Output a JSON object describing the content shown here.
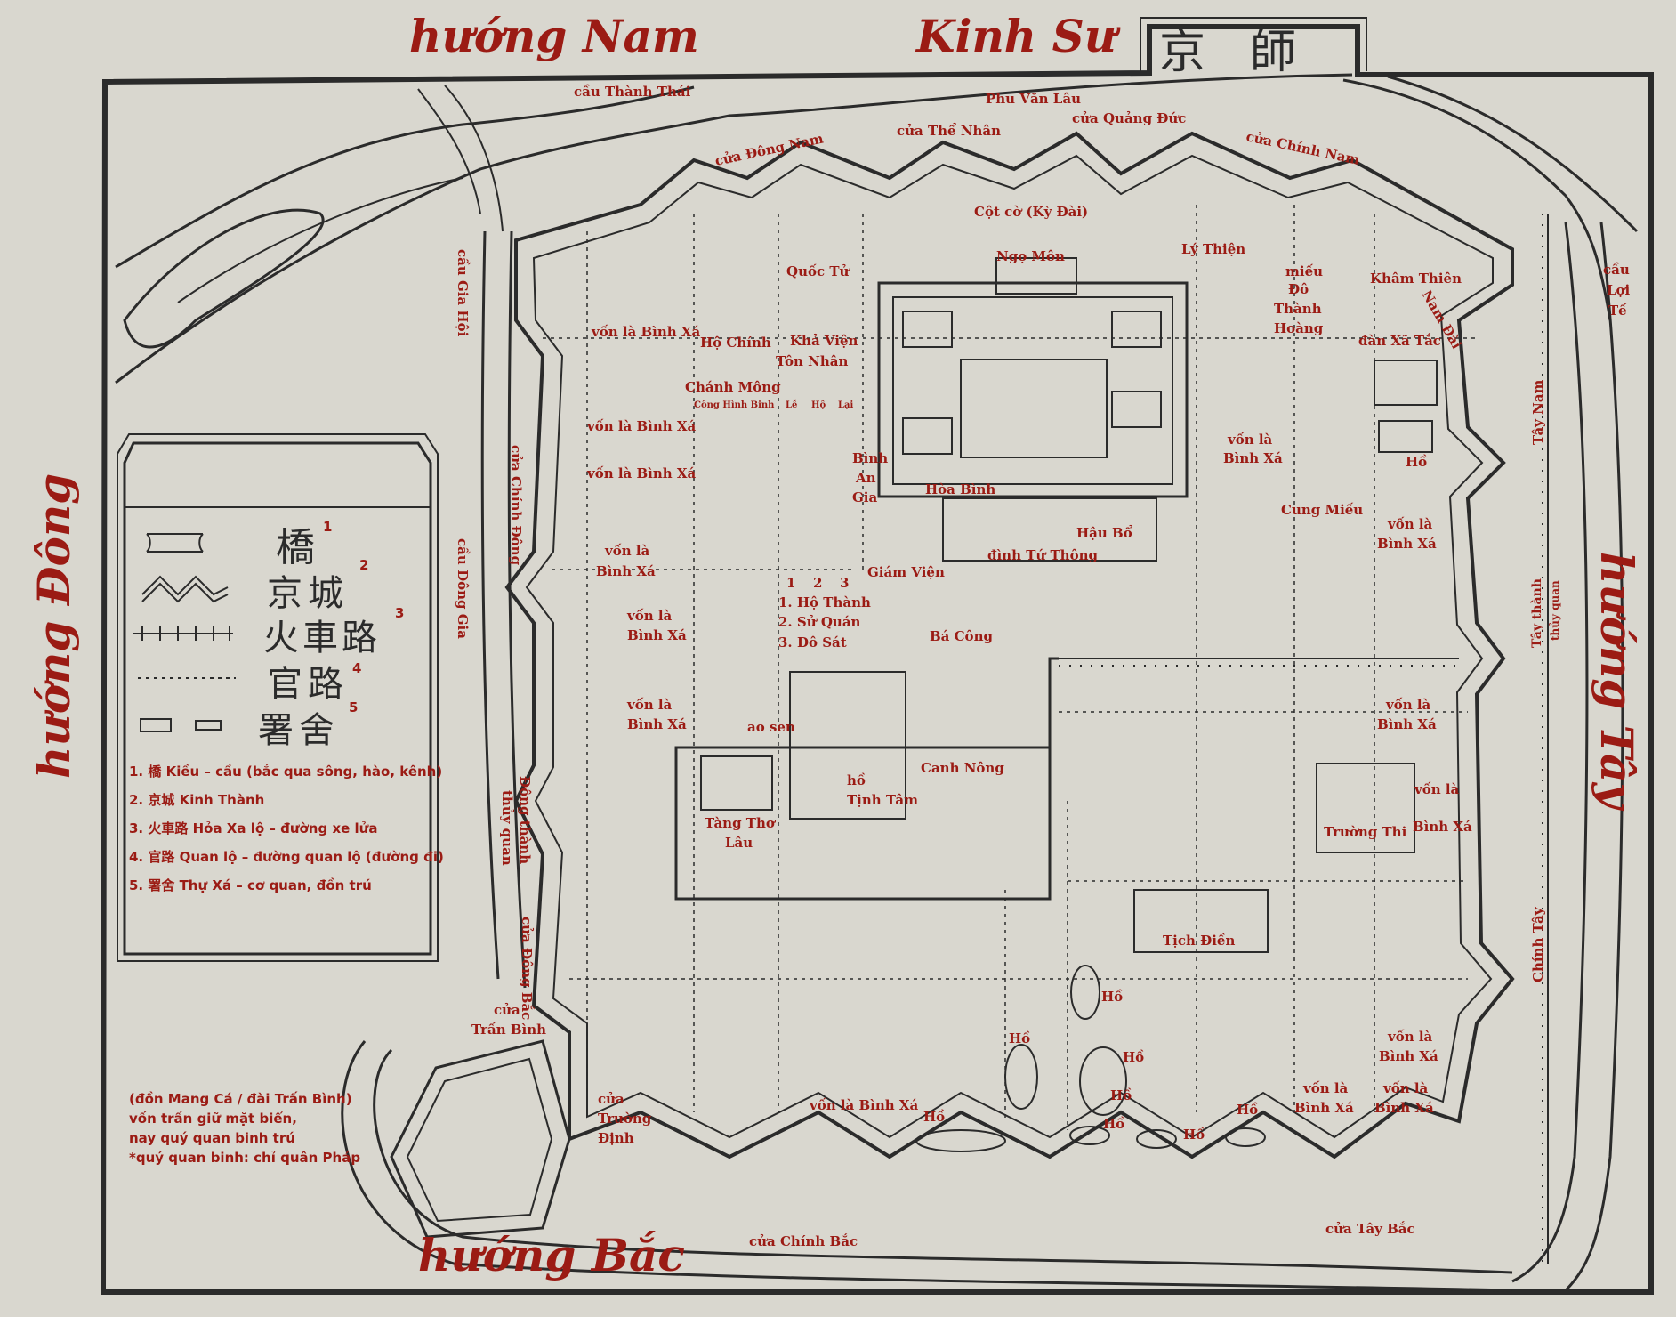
{
  "compass": {
    "top_left": "hướng Nam",
    "top_center": "Kinh Sư",
    "left": "hướng Đông",
    "right": "hướng Tây",
    "bottom": "hướng Bắc"
  },
  "cartouche": {
    "title_cjk": "京師"
  },
  "places": {
    "cau_thanh_thai": "cầu Thành Thái",
    "phu_van_lau": "Phu Văn Lâu",
    "cua_the_nhan": "cửa Thể Nhân",
    "cua_quang_duc": "cửa Quảng Đức",
    "cua_dong_nam": "cửa Đông Nam",
    "cua_chinh_nam": "cửa Chính Nam",
    "cot_co": "Cột cờ (Kỳ Đài)",
    "ngo_mon": "Ngọ Môn",
    "ly_thien": "Lý Thiện",
    "quoc_tu": "Quốc Tử",
    "mieu_do_thanh_hoang": [
      "miếu",
      "Đô",
      "Thành",
      "Hoàng"
    ],
    "kham_thien": "Khâm Thiên",
    "nam_dai": "Nam Đài",
    "cau_loi_te": [
      "cầu",
      "Lợi",
      "Tế"
    ],
    "dan_xa_tac": "đàn Xã Tắc",
    "cau_gia_hoi": "cầu Gia Hội",
    "von_la_binh_xa": "vốn là Bình Xá",
    "ho_chinh": "Hộ Chính",
    "kha_vien": "Khả Viện",
    "ton_nhan": "Tôn Nhân",
    "chanh_mong": "Chánh Mông",
    "cong_hinh_binh": "Công Hình Binh",
    "le_ho_lai": [
      "Lễ",
      "Hộ",
      "Lại"
    ],
    "binh_an_gia": [
      "Bình",
      "An",
      "Gia"
    ],
    "hoa_binh": "Hòa Bình",
    "hau_bo": "Hậu Bổ",
    "dinh_tu_thong": "đình Tứ Thông",
    "giam_vien": "Giám Viện",
    "cua_chinh_dong": "cửa Chính Đông",
    "cau_dong_gia": "cầu Đông Gia",
    "von_la": "vốn là",
    "binh_xa": "Bình Xá",
    "numbers": [
      "1",
      "2",
      "3"
    ],
    "ho_thanh": "1. Hộ Thành",
    "su_quan": "2. Sử Quán",
    "do_sat": "3. Đô Sát",
    "ba_cong": "Bá Công",
    "ao_sen": "ao sen",
    "canh_nong": "Canh Nông",
    "ho": "hồ",
    "tinh_tam": "Tịnh Tâm",
    "tang_tho_lau": [
      "Tàng Thơ",
      "Lâu"
    ],
    "dong_thanh_thuy_quan": [
      "Đông thành",
      "thủy quan"
    ],
    "cung_mieu": "Cung Miếu",
    "ho_cap": "Hồ",
    "tay_nam": "Tây Nam",
    "tay_thanh_thuy_quan": [
      "Tây thành",
      "thủy quan"
    ],
    "truong_thi": "Trường Thi",
    "tich_dien": "Tịch Điền",
    "chinh_tay": "Chính Tây",
    "cua_dong_bac": "cửa Đông Bắc",
    "cua_tran_binh": [
      "cửa",
      "Trấn Bình"
    ],
    "cua_truong_dinh": [
      "cửa",
      "Trường",
      "Định"
    ],
    "cua_chinh_bac": "cửa Chính Bắc",
    "cua_tay_bac": "cửa Tây Bắc",
    "mang_ca_note": [
      "(đồn Mang Cá / đài Trấn Bình)",
      "vốn trấn giữ mặt biển,",
      "nay quý quan binh trú",
      "*quý quan binh: chỉ quân Pháp"
    ]
  },
  "legend": {
    "cjk": [
      "橋",
      "京城",
      "火車路",
      "官路",
      "署舍"
    ],
    "superscripts": [
      "1",
      "2",
      "3",
      "4",
      "5"
    ],
    "items": [
      "1. 橋 Kiều  – cầu (bắc qua sông, hào, kênh)",
      "2. 京城  Kinh Thành",
      "3. 火車路  Hỏa Xa lộ – đường xe lửa",
      "4. 官路  Quan lộ – đường quan lộ (đường đi)",
      "5. 署舍  Thự Xá – cơ quan, đồn trú"
    ]
  },
  "colors": {
    "paper": "#d9d7cf",
    "ink": "#2b2b2b",
    "label": "#9b1b14"
  }
}
